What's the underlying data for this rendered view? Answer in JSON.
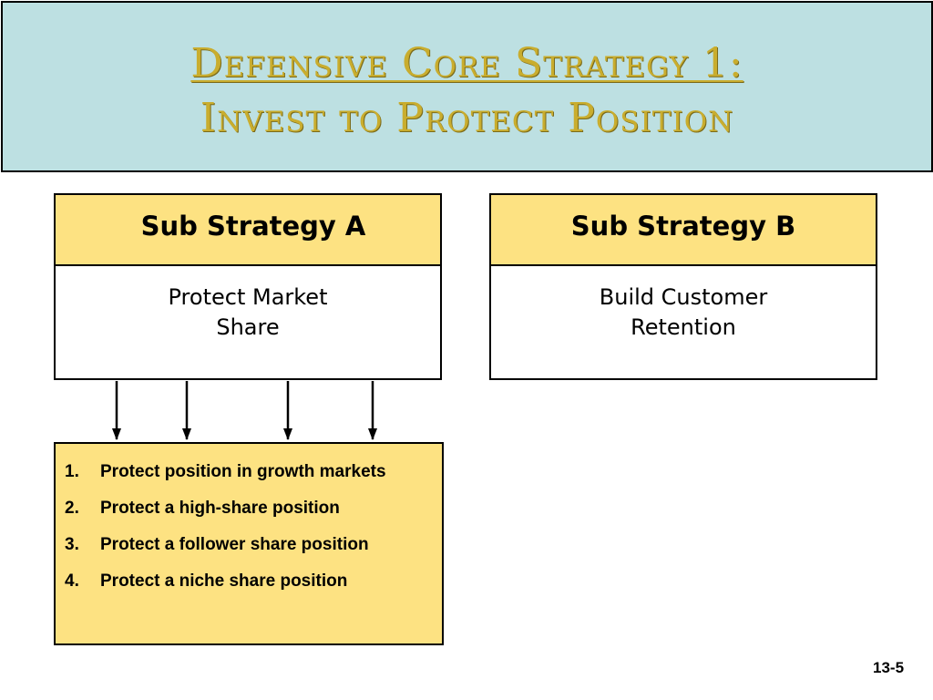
{
  "title": {
    "line1": "Defensive Core Strategy 1:",
    "line2": "Invest to Protect Position"
  },
  "sub_strategies": [
    {
      "heading": "Sub Strategy A",
      "body_lines": [
        "Protect Market",
        "Share"
      ]
    },
    {
      "heading": "Sub Strategy B",
      "body_lines": [
        "Build Customer",
        "Retention"
      ]
    }
  ],
  "protect_list": [
    {
      "number": "1.",
      "text": "Protect position in growth markets"
    },
    {
      "number": "2.",
      "text": "Protect a high-share position"
    },
    {
      "number": "3.",
      "text": "Protect a follower share position"
    },
    {
      "number": "4.",
      "text": "Protect a niche share position"
    }
  ],
  "page_number": "13-5",
  "colors": {
    "title_background": "#bde0e2",
    "title_text": "#c9ad2e",
    "highlight_yellow": "#fde282",
    "border": "#000000"
  }
}
